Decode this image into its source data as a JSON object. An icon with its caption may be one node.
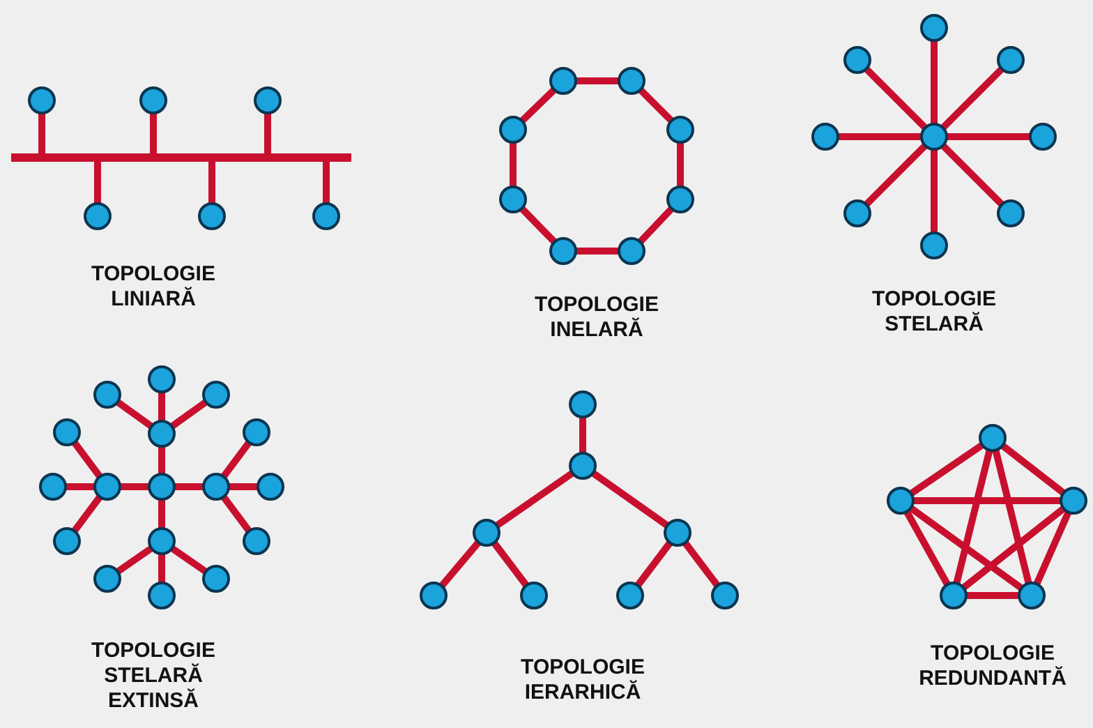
{
  "diagram": {
    "nodes": [
      {
        "text": [],
        "shape": "bar"
      },
      {
        "text": [],
        "shape": "circle"
      },
      {
        "text": [],
        "shape": "circle"
      },
      {
        "text": [],
        "shape": "circle"
      },
      {
        "text": [],
        "shape": "circle"
      },
      {
        "text": [],
        "shape": "circle"
      },
      {
        "text": [],
        "shape": "circle"
      },
      {
        "text": [],
        "shape": "circle"
      },
      {
        "text": [],
        "shape": "circle"
      },
      {
        "text": [],
        "shape": "circle"
      },
      {
        "text": [],
        "shape": "circle"
      },
      {
        "text": [],
        "shape": "circle"
      },
      {
        "text": [],
        "shape": "circle"
      },
      {
        "text": [],
        "shape": "circle"
      },
      {
        "text": [],
        "shape": "circle"
      },
      {
        "text": [],
        "shape": "circle"
      },
      {
        "text": [],
        "shape": "circle"
      },
      {
        "text": [],
        "shape": "circle"
      },
      {
        "text": [],
        "shape": "circle"
      },
      {
        "text": [],
        "shape": "circle"
      },
      {
        "text": [],
        "shape": "circle"
      },
      {
        "text": [],
        "shape": "circle"
      },
      {
        "text": [],
        "shape": "circle"
      },
      {
        "text": [],
        "shape": "circle"
      },
      {
        "text": [],
        "shape": "circle"
      },
      {
        "text": [],
        "shape": "circle"
      },
      {
        "text": [],
        "shape": "circle"
      },
      {
        "text": [],
        "shape": "circle"
      },
      {
        "text": [],
        "shape": "circle"
      },
      {
        "text": [],
        "shape": "circle"
      },
      {
        "text": [],
        "shape": "circle"
      },
      {
        "text": [],
        "shape": "circle"
      },
      {
        "text": [],
        "shape": "circle"
      },
      {
        "text": [],
        "shape": "circle"
      },
      {
        "text": [],
        "shape": "circle"
      },
      {
        "text": [],
        "shape": "circle"
      },
      {
        "text": [],
        "shape": "circle"
      },
      {
        "text": [],
        "shape": "circle"
      },
      {
        "text": [],
        "shape": "circle"
      },
      {
        "text": [],
        "shape": "circle"
      },
      {
        "text": [],
        "shape": "circle"
      },
      {
        "text": [],
        "shape": "circle"
      },
      {
        "text": [],
        "shape": "circle"
      },
      {
        "text": [],
        "shape": "circle"
      },
      {
        "text": [],
        "shape": "circle"
      },
      {
        "text": [],
        "shape": "circle"
      },
      {
        "text": [],
        "shape": "circle"
      },
      {
        "text": [],
        "shape": "circle"
      },
      {
        "text": [],
        "shape": "circle"
      },
      {
        "text": [],
        "shape": "circle"
      },
      {
        "text": [],
        "shape": "circle"
      },
      {
        "text": [],
        "shape": "circle"
      },
      {
        "text": [],
        "shape": "circle"
      },
      {
        "text": [],
        "shape": "circle"
      }
    ],
    "edges": [
      {
        "from": 1,
        "to": 0,
        "arrow": "none"
      },
      {
        "from": 2,
        "to": 0,
        "arrow": "none"
      },
      {
        "from": 3,
        "to": 0,
        "arrow": "none"
      },
      {
        "from": 4,
        "to": 0,
        "arrow": "none"
      },
      {
        "from": 5,
        "to": 0,
        "arrow": "none"
      },
      {
        "from": 6,
        "to": 0,
        "arrow": "none"
      },
      {
        "from": 7,
        "to": 8,
        "arrow": "none"
      },
      {
        "from": 8,
        "to": 9,
        "arrow": "none"
      },
      {
        "from": 9,
        "to": 10,
        "arrow": "none"
      },
      {
        "from": 10,
        "to": 11,
        "arrow": "none"
      },
      {
        "from": 11,
        "to": 12,
        "arrow": "none"
      },
      {
        "from": 12,
        "to": 13,
        "arrow": "none"
      },
      {
        "from": 13,
        "to": 14,
        "arrow": "none"
      },
      {
        "from": 14,
        "to": 7,
        "arrow": "none"
      },
      {
        "from": 15,
        "to": 16,
        "arrow": "none"
      },
      {
        "from": 15,
        "to": 17,
        "arrow": "none"
      },
      {
        "from": 15,
        "to": 18,
        "arrow": "none"
      },
      {
        "from": 15,
        "to": 19,
        "arrow": "none"
      },
      {
        "from": 15,
        "to": 20,
        "arrow": "none"
      },
      {
        "from": 15,
        "to": 21,
        "arrow": "none"
      },
      {
        "from": 15,
        "to": 22,
        "arrow": "none"
      },
      {
        "from": 15,
        "to": 23,
        "arrow": "none"
      },
      {
        "from": 24,
        "to": 25,
        "arrow": "none"
      },
      {
        "from": 24,
        "to": 26,
        "arrow": "none"
      },
      {
        "from": 24,
        "to": 27,
        "arrow": "none"
      },
      {
        "from": 24,
        "to": 28,
        "arrow": "none"
      },
      {
        "from": 25,
        "to": 29,
        "arrow": "none"
      },
      {
        "from": 25,
        "to": 30,
        "arrow": "none"
      },
      {
        "from": 25,
        "to": 31,
        "arrow": "none"
      },
      {
        "from": 26,
        "to": 32,
        "arrow": "none"
      },
      {
        "from": 26,
        "to": 33,
        "arrow": "none"
      },
      {
        "from": 26,
        "to": 34,
        "arrow": "none"
      },
      {
        "from": 27,
        "to": 35,
        "arrow": "none"
      },
      {
        "from": 27,
        "to": 36,
        "arrow": "none"
      },
      {
        "from": 27,
        "to": 37,
        "arrow": "none"
      },
      {
        "from": 28,
        "to": 38,
        "arrow": "none"
      },
      {
        "from": 28,
        "to": 39,
        "arrow": "none"
      },
      {
        "from": 28,
        "to": 40,
        "arrow": "none"
      },
      {
        "from": 41,
        "to": 42,
        "arrow": "none"
      },
      {
        "from": 42,
        "to": 43,
        "arrow": "none"
      },
      {
        "from": 42,
        "to": 44,
        "arrow": "none"
      },
      {
        "from": 43,
        "to": 45,
        "arrow": "none"
      },
      {
        "from": 43,
        "to": 46,
        "arrow": "none"
      },
      {
        "from": 44,
        "to": 47,
        "arrow": "none"
      },
      {
        "from": 44,
        "to": 48,
        "arrow": "none"
      },
      {
        "from": 49,
        "to": 50,
        "arrow": "none"
      },
      {
        "from": 49,
        "to": 51,
        "arrow": "none"
      },
      {
        "from": 49,
        "to": 52,
        "arrow": "none"
      },
      {
        "from": 49,
        "to": 53,
        "arrow": "none"
      },
      {
        "from": 50,
        "to": 51,
        "arrow": "none"
      },
      {
        "from": 50,
        "to": 52,
        "arrow": "none"
      },
      {
        "from": 50,
        "to": 53,
        "arrow": "none"
      },
      {
        "from": 51,
        "to": 52,
        "arrow": "none"
      },
      {
        "from": 51,
        "to": 53,
        "arrow": "none"
      },
      {
        "from": 52,
        "to": 53,
        "arrow": "none"
      }
    ],
    "labels": [
      "TOPOLOGIE LINIARĂ",
      "TOPOLOGIE INELARĂ",
      "TOPOLOGIE STELARĂ",
      "TOPOLOGIE STELARĂ EXTINSĂ",
      "TOPOLOGIE IERARHICĂ",
      "TOPOLOGIE REDUNDANTĂ"
    ]
  }
}
